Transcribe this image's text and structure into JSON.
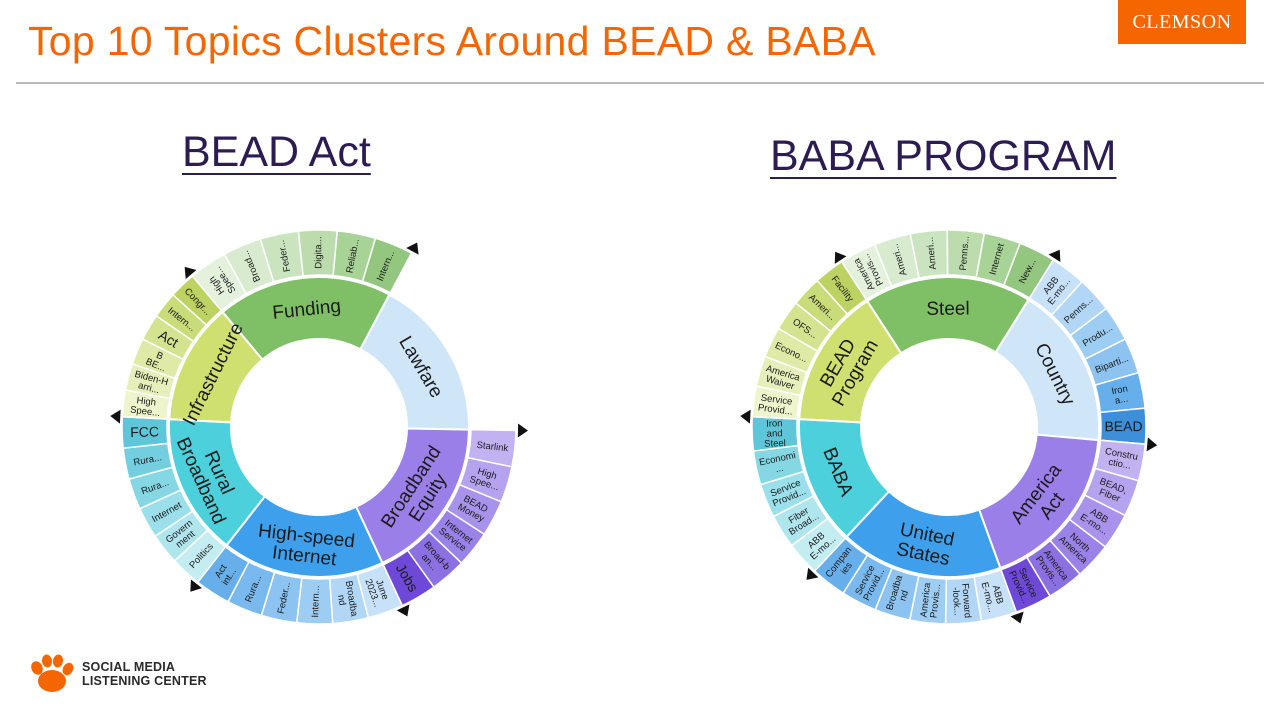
{
  "slide": {
    "title": "Top 10 Topics Clusters Around BEAD & BABA",
    "logo_text": "CLEMSON",
    "footer_logo_line1": "SOCIAL MEDIA",
    "footer_logo_line2": "LISTENING CENTER"
  },
  "colors": {
    "accent": "#F56600",
    "subtitle": "#2c1c52",
    "paw": "#F56600"
  },
  "chart_data": [
    {
      "type": "sunburst",
      "title": "BEAD Act",
      "inner": [
        {
          "label": "Funding",
          "color": "#7fbf66"
        },
        {
          "label": "Lawfare",
          "color": "#cfe6f9"
        },
        {
          "label": "Broadband Equity",
          "color": "#9b7fe8"
        },
        {
          "label": "High-speed Internet",
          "color": "#3ea0ec"
        },
        {
          "label": "Rural Broadband",
          "color": "#4cd0dc"
        },
        {
          "label": "Infrastructure",
          "color": "#cfe070"
        }
      ],
      "outer": [
        {
          "label": "High Spee...",
          "color": "#e4f1dd"
        },
        {
          "label": "Broad...",
          "color": "#d8ebcf"
        },
        {
          "label": "Feder...",
          "color": "#cbe4c0"
        },
        {
          "label": "Digita...",
          "color": "#bcdcad"
        },
        {
          "label": "Reliab...",
          "color": "#a8d397"
        },
        {
          "label": "Intern...",
          "color": "#93c780"
        },
        {
          "label": "Starlink",
          "color": "#c3b2f2"
        },
        {
          "label": "High Spee...",
          "color": "#b6a3ef"
        },
        {
          "label": "BEAD Money",
          "color": "#a892ec"
        },
        {
          "label": "Internet Service",
          "color": "#9a82e8"
        },
        {
          "label": "Broad-b an...",
          "color": "#8b70e2"
        },
        {
          "label": "Jobs",
          "color": "#6e48d6"
        },
        {
          "label": "June 2023...",
          "color": "#c6e1f8"
        },
        {
          "label": "Broadba nd",
          "color": "#b2d7f6"
        },
        {
          "label": "Intern...",
          "color": "#9ecdf3"
        },
        {
          "label": "Feder...",
          "color": "#8cc3f0"
        },
        {
          "label": "Rura...",
          "color": "#79b9ed"
        },
        {
          "label": "Act int...",
          "color": "#67afea"
        },
        {
          "label": "Politics",
          "color": "#c4edf2"
        },
        {
          "label": "Govern ment",
          "color": "#afe6ee"
        },
        {
          "label": "Internet",
          "color": "#9adfe9"
        },
        {
          "label": "Rura...",
          "color": "#86d7e4"
        },
        {
          "label": "Rura...",
          "color": "#73cfdf"
        },
        {
          "label": "FCC",
          "color": "#5fc5d8"
        },
        {
          "label": "High Spee...",
          "color": "#eef4cc"
        },
        {
          "label": "Biden-H arri...",
          "color": "#e6efb9"
        },
        {
          "label": "B BE...",
          "color": "#deeaa6"
        },
        {
          "label": "Act",
          "color": "#d3e38f"
        },
        {
          "label": "Intern...",
          "color": "#c8dc79"
        },
        {
          "label": "Congr...",
          "color": "#bcd363"
        }
      ]
    },
    {
      "type": "sunburst",
      "title": "BABA PROGRAM",
      "inner": [
        {
          "label": "Steel",
          "color": "#7fbf66"
        },
        {
          "label": "Country",
          "color": "#cfe6f9"
        },
        {
          "label": "America Act",
          "color": "#9b7fe8"
        },
        {
          "label": "United States",
          "color": "#3ea0ec"
        },
        {
          "label": "BABA",
          "color": "#4cd0dc"
        },
        {
          "label": "BEAD Program",
          "color": "#cfe070"
        }
      ],
      "outer": [
        {
          "label": "America Provis...",
          "color": "#e4f1dd"
        },
        {
          "label": "Ameri...",
          "color": "#d8ebcf"
        },
        {
          "label": "Ameri...",
          "color": "#cbe4c0"
        },
        {
          "label": "Penns...",
          "color": "#bcdcad"
        },
        {
          "label": "Internet",
          "color": "#a8d397"
        },
        {
          "label": "New...",
          "color": "#93c780"
        },
        {
          "label": "ABB E-mo...",
          "color": "#c6e1f8"
        },
        {
          "label": "Penns...",
          "color": "#b2d7f6"
        },
        {
          "label": "Produ...",
          "color": "#9ecdf3"
        },
        {
          "label": "Biparti...",
          "color": "#8cc3f0"
        },
        {
          "label": "Iron a...",
          "color": "#67afea"
        },
        {
          "label": "BEAD",
          "color": "#3d8fd9"
        },
        {
          "label": "Constru ctio...",
          "color": "#c3b2f2"
        },
        {
          "label": "BEAD, Fiber",
          "color": "#b6a3ef"
        },
        {
          "label": "ABB E-mo...",
          "color": "#a892ec"
        },
        {
          "label": "North America",
          "color": "#9a82e8"
        },
        {
          "label": "America Provis...",
          "color": "#8b70e2"
        },
        {
          "label": "Service Provid...",
          "color": "#6e48d6"
        },
        {
          "label": "ABB E-mo...",
          "color": "#c6e1f8"
        },
        {
          "label": "Forward -look...",
          "color": "#b2d7f6"
        },
        {
          "label": "America Provis...",
          "color": "#9ecdf3"
        },
        {
          "label": "Broadba nd",
          "color": "#8cc3f0"
        },
        {
          "label": "Service Provid...",
          "color": "#79b9ed"
        },
        {
          "label": "Compan ies",
          "color": "#67afea"
        },
        {
          "label": "ABB E-mo...",
          "color": "#c4edf2"
        },
        {
          "label": "Fiber Broad...",
          "color": "#afe6ee"
        },
        {
          "label": "Service Provid...",
          "color": "#9adfe9"
        },
        {
          "label": "Economi ...",
          "color": "#86d7e4"
        },
        {
          "label": "Iron and Steel",
          "color": "#5fc5d8"
        },
        {
          "label": "Service Provid...",
          "color": "#eef4cc"
        },
        {
          "label": "America Waiver",
          "color": "#e6efb9"
        },
        {
          "label": "Econo...",
          "color": "#deeaa6"
        },
        {
          "label": "OFS...",
          "color": "#d3e38f"
        },
        {
          "label": "Ameri...",
          "color": "#c8dc79"
        },
        {
          "label": "Facility",
          "color": "#bcd363"
        }
      ]
    }
  ]
}
